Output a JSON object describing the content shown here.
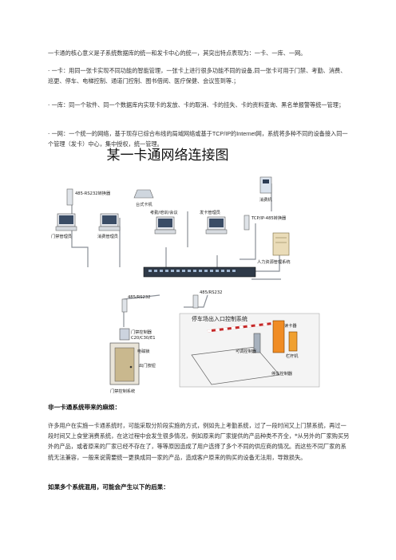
{
  "paragraphs": {
    "intro": "一卡通的核心意义是子系统数据库的统一和发卡中心的统一，其突出特点表现为：一卡、一库、一网。",
    "one_card": "· 一卡：用同一张卡实现不同功能的智能管理，一张卡上进行很多功能不同的设备,同一张卡可用于门禁、考勤、消费、巡更、停车、电梯控制、通道门控制、图书借阅、医疗保健、会议签到等.；",
    "one_db": "· 一库：同一个软件、同一个数据库内实现卡的发放、卡的取消、卡的挂失、卡的资料查询、黑名单报警等统一管理；",
    "one_net_a": "· 一网：一个统一的网络，基于现存已综合布线的局域网络或基于",
    "one_net_en": "TCP/IP",
    "one_net_b": "的",
    "one_net_en2": "Internet",
    "one_net_c": "网，系统将多种不同的设备接入同一个管理（发卡）中心，集中授权，统一管理。"
  },
  "diagram": {
    "title": "某一卡通网络连接图",
    "labels": {
      "converter_485": "485-RS232转换器",
      "reader_device": "台式卡机",
      "consumer_machine": "消费机",
      "door_admin": "门禁管理员",
      "consume_admin": "消费管理员",
      "attendance": "考勤/培训/会议",
      "card_issuer": "发卡管理员",
      "tcp_converter": "TCP/IP-485转换器",
      "hr_system": "人力资源管理系统",
      "rs232_left": "485/RS232",
      "rs232_right": "485/RS232",
      "door_controller": "门禁控制器",
      "controller_model": "C20/C30/E1",
      "electric_lock": "电磁锁",
      "exit_button": "出门按钮",
      "door_system": "门禁控制系统",
      "parking_system": "停车场出入口控制系统",
      "card_reader": "读卡器",
      "barrier": "栏杆机",
      "controller_box": "停车控制器",
      "barrier_ctrl": "可调控制器"
    }
  },
  "sections": {
    "heading_why": "非一卡通系统带来的麻烦：",
    "paragraph_why": "许多用户在实施一卡通系统时，可能采取分阶段实施的方式，例如先上考勤系统，过了一段时间又上门禁系统，再过一段时间又上食堂消费系统，在这过程中会发生很多情况，例如原来的厂家提供的产品种类不齐全，*从另外的厂家购买另外的产品，或者原来的厂家已经不存在了，等等原因造成了用户选择了多个不同的供应商的情况。而这些不同厂家的系统无法兼容，一般来说需要统一更换成同一家的产品，造成客户原来的购买的设备无法用，导致损失。",
    "heading_consequence": "如果多个系统混用，可能会产生以下的后果："
  }
}
